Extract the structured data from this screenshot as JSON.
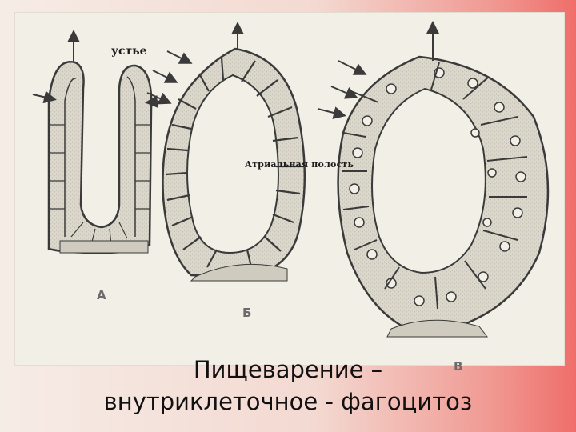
{
  "labels": {
    "ostium": "устье",
    "atrial_cavity": "Атриальная полость",
    "stage_a": "А",
    "stage_b": "Б",
    "stage_v": "В"
  },
  "caption": {
    "line1": "Пищеварение –",
    "line2": "внутриклеточное - фагоцитоз"
  },
  "colors": {
    "ink": "#3a3a3a",
    "cell_fill": "#d8d5ca",
    "figure_bg": "#f1efe6",
    "accent_right": "#ef6e6a"
  }
}
